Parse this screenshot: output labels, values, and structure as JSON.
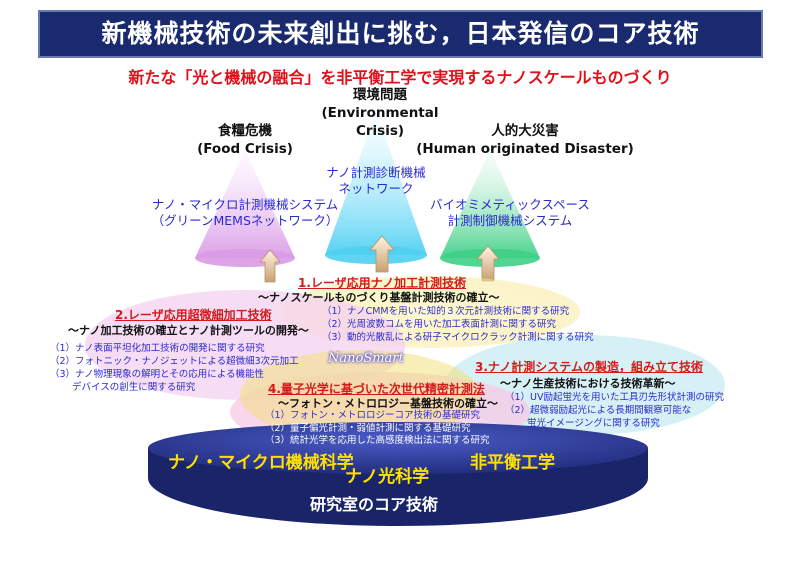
{
  "banner": {
    "title": "新機械技術の未来創出に挑む，日本発信のコア技術"
  },
  "subtitle": "新たな「光と機械の融合」を非平衡工学で実現するナノスケールものづくり",
  "crisis": {
    "environment": {
      "jp": "環境問題",
      "en": "(Environmental Crisis)"
    },
    "food": {
      "jp": "食糧危機",
      "en": "(Food Crisis)"
    },
    "disaster": {
      "jp": "人的大災害",
      "en": "(Human originated Disaster)"
    }
  },
  "systems": {
    "left": [
      "ナノ・マイクロ計測機械システム",
      "（グリーンMEMSネットワーク）"
    ],
    "center": [
      "ナノ計測診断機械",
      "ネットワーク"
    ],
    "right": [
      "バイオミメティックスペース",
      "計測制御機械システム"
    ]
  },
  "research": {
    "r1": {
      "title": "1.レーザ応用ナノ加工計測技術",
      "subtitle": "～ナノスケールものづくり基盤計測技術の確立～",
      "items": [
        "（1）ナノCMMを用いた知的３次元計測技術に関する研究",
        "（2）光周波数コムを用いた加工表面計測に関する研究",
        "（3）動的光散乱による研子マイクロクラック計測に関する研究"
      ]
    },
    "r2": {
      "title": "2.レーザ応用超微細加工技術",
      "subtitle": "～ナノ加工技術の確立とナノ計測ツールの開発～",
      "items": [
        "（1）ナノ表面平坦化加工技術の開発に関する研究",
        "（2）フォトニック・ナノジェットによる超微細3次元加工",
        "（3）ナノ物理現象の解明とその応用による機能性",
        "　　 デバイスの創生に関する研究"
      ]
    },
    "r3": {
      "title": "3.ナノ計測システムの製造，組み立て技術",
      "subtitle": "～ナノ生産技術における技術革新～",
      "items": [
        "（1）UV励起蛍光を用いた工具刃先形状計測の研究",
        "（2）超微弱励起光による長期間観察可能な",
        "　　 蛍光イメージングに関する研究"
      ]
    },
    "r4": {
      "title": "4.量子光学に基づいた次世代精密計測法",
      "subtitle": "～フォトン・メトロロジー基盤技術の確立～",
      "items": [
        "（1）フォトン・メトロロジーコア技術の基礎研究",
        "（2）量子偏光計測・弱値計測に関する基礎研究",
        "（3）統計光学を応用した高感度検出法に関する研究"
      ]
    }
  },
  "nanosmart": "NanoSmart",
  "base": {
    "left": "ナノ・マイクロ機械科学",
    "center": "ナノ光科学",
    "right": "非平衡工学",
    "core": "研究室のコア技術"
  },
  "colors": {
    "banner": "#1a2a6e",
    "subtitle": "#e0101a",
    "research_heading": "#d41a1a",
    "item_text": "#2a2ad0",
    "base_blue": "#2b3a9a",
    "base_label_yellow": "#ffe000",
    "cone_left": "#e8b0f0",
    "cone_center": "#7fe0f8",
    "cone_right": "#6ee0a0",
    "arrow": "#d8b88a"
  }
}
